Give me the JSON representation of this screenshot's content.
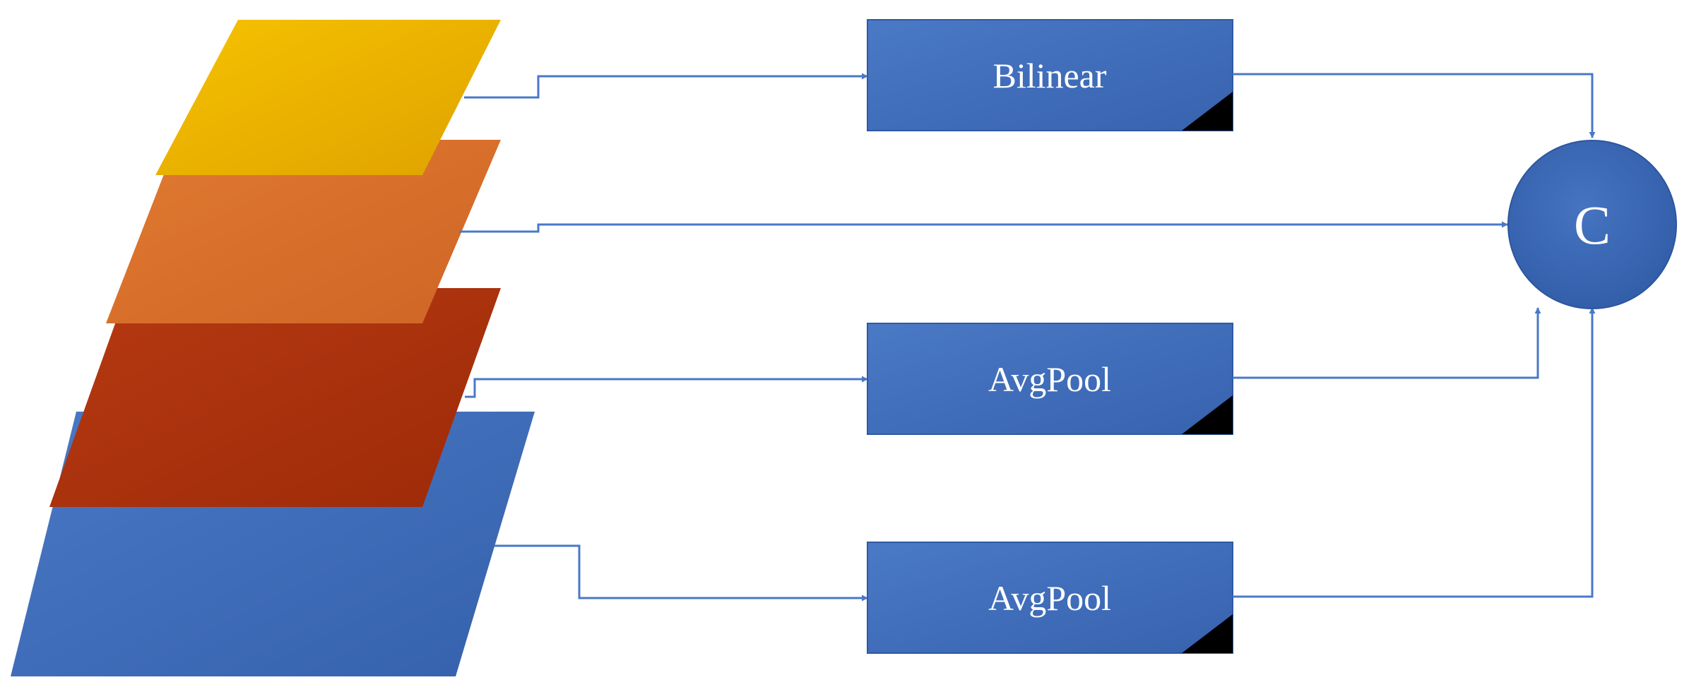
{
  "colors": {
    "layer_yellow": "#f0b400",
    "layer_orange": "#d8702c",
    "layer_red": "#b03210",
    "layer_blue": "#3f6db8",
    "box_fill": "#3f6db8",
    "connector": "#4a78c8",
    "concat_fill": "#3a66b3"
  },
  "blocks": {
    "bilinear": {
      "label": "Bilinear"
    },
    "avgpool_1": {
      "label": "AvgPool"
    },
    "avgpool_2": {
      "label": "AvgPool"
    }
  },
  "concat": {
    "label": "C"
  }
}
